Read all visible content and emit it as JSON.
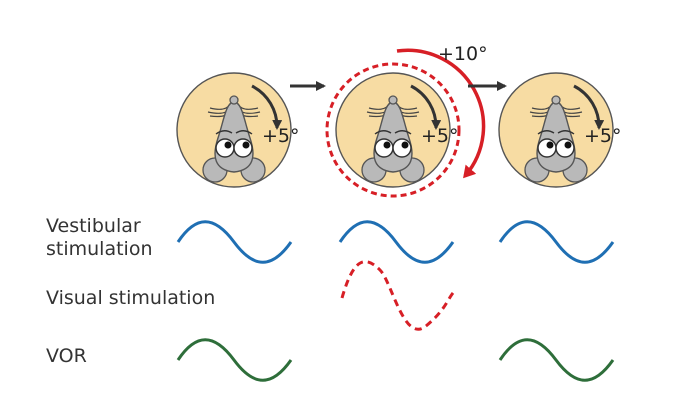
{
  "rows": {
    "vestibular_line1": "Vestibular",
    "vestibular_line2": "stimulation",
    "visual": "Visual stimulation",
    "vor": "VOR"
  },
  "panels": [
    {
      "rotation_label": "+5°"
    },
    {
      "rotation_label": "+5°",
      "visual_rotation_label": "+10°"
    },
    {
      "rotation_label": "+5°"
    }
  ],
  "colors": {
    "head_fill": "#f7dca3",
    "head_stroke": "#555555",
    "arrow": "#333333",
    "visual": "#d71f26",
    "vestibular_wave": "#1f6fb3",
    "vor_wave": "#2e6e3a",
    "mouse_fill": "#b9b9b9"
  },
  "traces": {
    "vestibular": [
      true,
      true,
      true
    ],
    "visual": [
      false,
      true,
      false
    ],
    "vor": [
      true,
      false,
      true
    ]
  }
}
